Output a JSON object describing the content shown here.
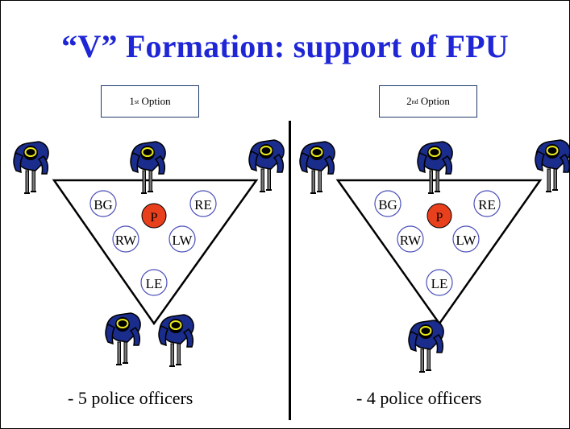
{
  "title": "“V” Formation: support of FPU",
  "options": [
    {
      "prefix": "1",
      "sup": "st",
      "label": " Option"
    },
    {
      "prefix": "2",
      "sup": "nd",
      "label": " Option"
    }
  ],
  "formations": [
    {
      "caption": "- 5 police officers",
      "roles": [
        "BG",
        "RE",
        "RW",
        "LW",
        "LE"
      ],
      "principal": "P",
      "officer_count": 5
    },
    {
      "caption": "- 4 police officers",
      "roles": [
        "BG",
        "RE",
        "RW",
        "LW",
        "LE"
      ],
      "principal": "P",
      "officer_count": 4
    }
  ],
  "colors": {
    "title": "#1f26d6",
    "principal_fill": "#e8401c",
    "role_circle_stroke": "#4b4fb8",
    "officer_uniform": "#1a2c8c",
    "officer_cap": "#e8e81a"
  }
}
